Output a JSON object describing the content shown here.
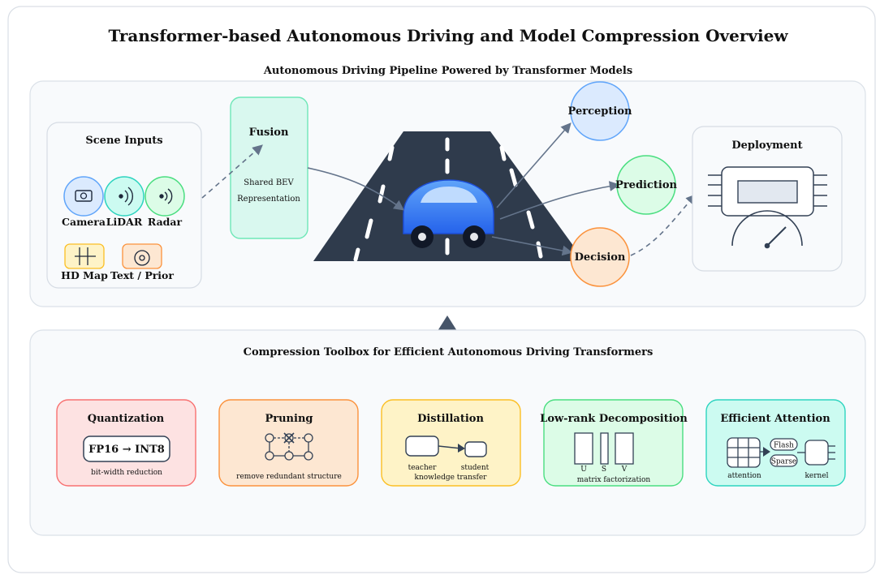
{
  "title": "Transformer-based Autonomous Driving and Model Compression Overview",
  "pipeline": {
    "title": "Autonomous Driving Pipeline Powered by Transformer Models",
    "scene_inputs": {
      "title": "Scene Inputs",
      "sensors": [
        "Camera",
        "LiDAR",
        "Radar"
      ],
      "priors": [
        "HD Map",
        "Text / Prior"
      ]
    },
    "fusion": {
      "title": "Fusion",
      "desc_line1": "Shared BEV",
      "desc_line2": "Representation"
    },
    "outputs": [
      "Perception",
      "Prediction",
      "Decision"
    ],
    "deployment": {
      "title": "Deployment"
    }
  },
  "toolbox": {
    "title": "Compression Toolbox for Efficient Autonomous Driving Transformers",
    "quantization": {
      "title": "Quantization",
      "formula": "FP16 → INT8",
      "caption": "bit-width reduction"
    },
    "pruning": {
      "title": "Pruning",
      "caption": "remove redundant structure"
    },
    "distillation": {
      "title": "Distillation",
      "teacher": "teacher",
      "student": "student",
      "caption": "knowledge transfer"
    },
    "lowrank": {
      "title": "Low-rank Decomposition",
      "u": "U",
      "s": "S",
      "v": "V",
      "caption": "matrix factorization"
    },
    "attention": {
      "title": "Efficient Attention",
      "flash": "Flash",
      "sparse": "Sparse",
      "attention_label": "attention",
      "kernel_label": "kernel"
    }
  },
  "colors": {
    "camera": "#dbeafe",
    "lidar": "#ccfbf1",
    "radar": "#dcfce7",
    "quantization": "#fde2e2",
    "pruning": "#fde7d2",
    "distillation": "#fef3c7",
    "lowrank": "#dcfce7",
    "attention": "#ccfbf1"
  }
}
